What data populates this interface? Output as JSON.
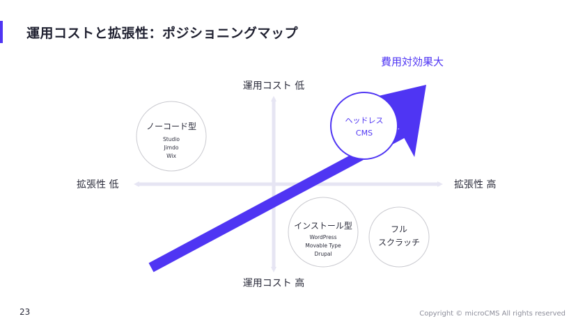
{
  "title": "運用コストと拡張性：ポジショニングマップ",
  "axes": {
    "top_label": "運用コスト 低",
    "bottom_label": "運用コスト 高",
    "left_label": "拡張性 低",
    "right_label": "拡張性 高"
  },
  "trend_arrow_label": "費用対効果大",
  "categories": {
    "nocode": {
      "title": "ノーコード型",
      "examples": [
        "Studio",
        "Jimdo",
        "Wix"
      ]
    },
    "headless": {
      "title": "ヘッドレス",
      "subtitle": "CMS"
    },
    "install": {
      "title": "インストール型",
      "examples": [
        "WordPress",
        "Movable Type",
        "Drupal"
      ]
    },
    "fullscratch": {
      "title": "フル",
      "subtitle": "スクラッチ"
    }
  },
  "colors": {
    "accent": "#4f35f3",
    "axis": "#e6e5f3",
    "circle_border": "#c9c9cf"
  },
  "footer": {
    "page_number": "23",
    "copyright": "Copyright © microCMS All rights reserved"
  }
}
